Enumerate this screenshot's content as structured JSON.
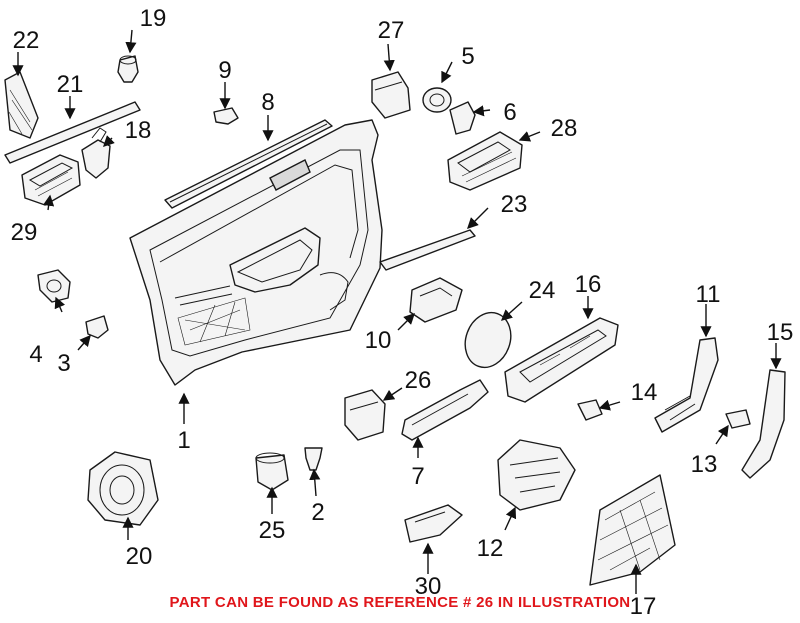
{
  "callouts": [
    "1",
    "2",
    "3",
    "4",
    "5",
    "6",
    "7",
    "8",
    "9",
    "10",
    "11",
    "12",
    "13",
    "14",
    "15",
    "16",
    "17",
    "18",
    "19",
    "20",
    "21",
    "22",
    "23",
    "24",
    "25",
    "26",
    "27",
    "28",
    "29",
    "30"
  ],
  "footnote": "PART CAN BE FOUND AS REFERENCE # 26 IN ILLUSTRATION",
  "colors": {
    "footnote": "#e0161b",
    "lines": "#1a1a1a",
    "background": "#ffffff"
  }
}
